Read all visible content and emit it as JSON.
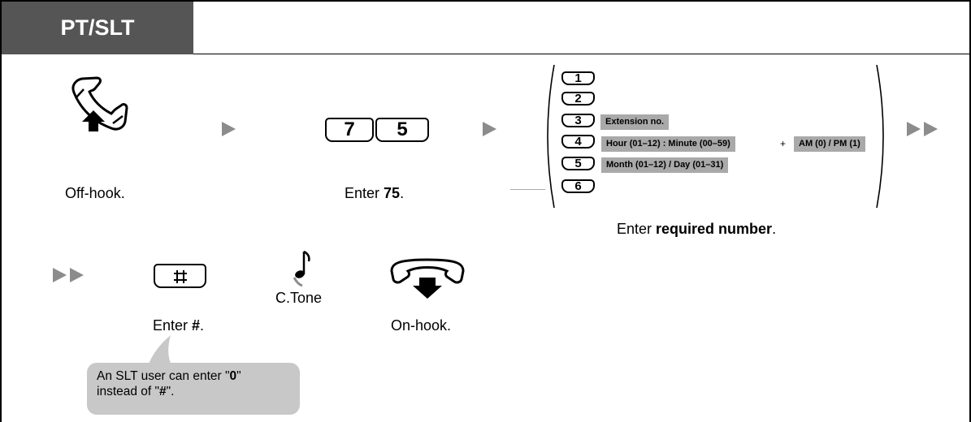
{
  "header": {
    "title": "PT/SLT"
  },
  "steps": {
    "off_hook": {
      "label": "Off-hook."
    },
    "enter_code": {
      "keys": [
        "7",
        "5"
      ],
      "label_prefix": "Enter ",
      "code": "75",
      "label_suffix": "."
    },
    "options": {
      "keys": [
        "1",
        "2",
        "3",
        "4",
        "5",
        "6"
      ],
      "extension": "Extension no.",
      "time": "Hour (01–12) : Minute (00–59)",
      "plus": "+",
      "ampm": "AM (0) / PM (1)",
      "date": "Month (01–12) / Day (01–31)",
      "label_prefix": "Enter ",
      "label_bold": "required number",
      "label_suffix": "."
    },
    "enter_hash": {
      "label_prefix": "Enter ",
      "symbol": "#",
      "label_suffix": "."
    },
    "confirm_tone": {
      "label": "C.Tone"
    },
    "on_hook": {
      "label": "On-hook."
    }
  },
  "note": {
    "line1_prefix": "An SLT user can enter \"",
    "line1_bold": "0",
    "line1_suffix": "\"",
    "line2_prefix": "instead of \"",
    "line2_bold": "#",
    "line2_suffix": "\"."
  },
  "colors": {
    "tab": "#555555",
    "arrow": "#8c8c8c",
    "description_fill": "#a9a9a9",
    "note_fill": "#c8c8c8"
  }
}
